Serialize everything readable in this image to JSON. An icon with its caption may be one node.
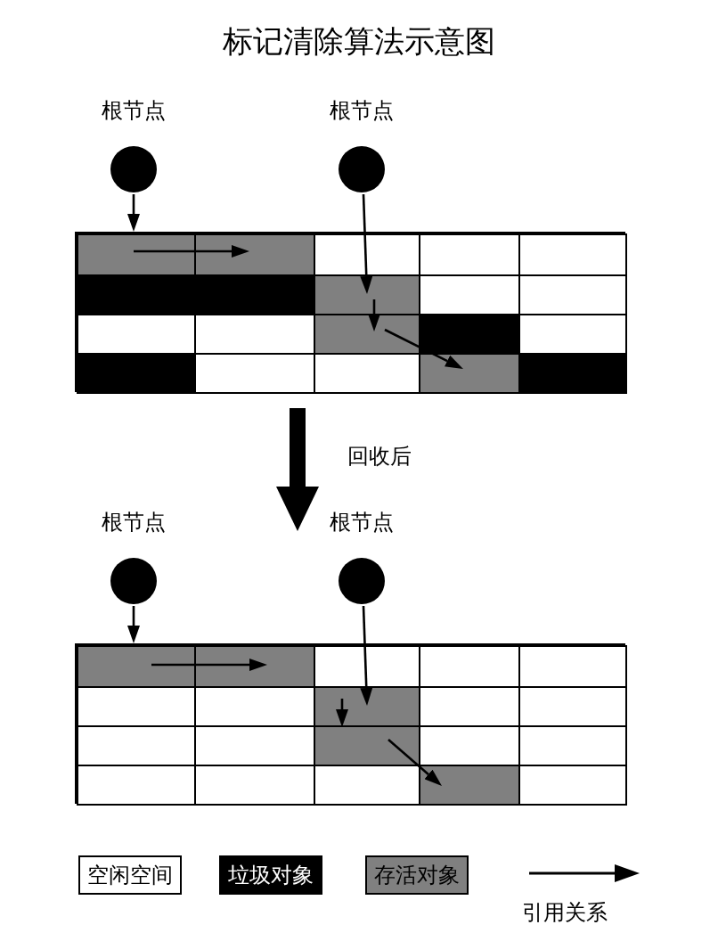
{
  "diagram": {
    "title": "标记清除算法示意图",
    "nodes": [
      {
        "text": [],
        "shape": "circle",
        "beside": [
          "根节点"
        ]
      },
      {
        "text": [],
        "shape": "circle",
        "beside": [
          "根节点"
        ]
      },
      {
        "text": [],
        "shape": "box"
      },
      {
        "text": [],
        "shape": "box",
        "in": 2
      },
      {
        "text": [],
        "shape": "box",
        "in": 2
      },
      {
        "text": [],
        "shape": "box",
        "in": 2
      },
      {
        "text": [],
        "shape": "box",
        "in": 2
      },
      {
        "text": [],
        "shape": "box",
        "in": 2
      },
      {
        "text": [],
        "shape": "circle",
        "beside": [
          "根节点"
        ]
      },
      {
        "text": [],
        "shape": "circle",
        "beside": [
          "根节点"
        ]
      },
      {
        "text": [],
        "shape": "box"
      },
      {
        "text": [],
        "shape": "box",
        "in": 10
      },
      {
        "text": [],
        "shape": "box",
        "in": 10
      },
      {
        "text": [],
        "shape": "box",
        "in": 10
      },
      {
        "text": [],
        "shape": "box",
        "in": 10
      },
      {
        "text": [],
        "shape": "box",
        "in": 10
      }
    ],
    "edges": [
      {
        "from": 0,
        "to": 3,
        "arrow": "to"
      },
      {
        "from": 3,
        "to": 4,
        "arrow": "to"
      },
      {
        "from": 1,
        "to": 5,
        "arrow": "to"
      },
      {
        "from": 5,
        "to": 6,
        "arrow": "to"
      },
      {
        "from": 6,
        "to": 7,
        "arrow": "to"
      },
      {
        "from": 8,
        "to": 11,
        "arrow": "to"
      },
      {
        "from": 11,
        "to": 12,
        "arrow": "to"
      },
      {
        "from": 9,
        "to": 13,
        "arrow": "to"
      },
      {
        "from": 13,
        "to": 14,
        "arrow": "to"
      },
      {
        "from": 14,
        "to": 15,
        "arrow": "to"
      }
    ],
    "labels": [
      "回收后"
    ],
    "legend": [
      {
        "text": "空闲空间",
        "color": "#ffffff"
      },
      {
        "text": "垃圾对象",
        "color": "#000000"
      },
      {
        "text": "存活对象",
        "color": "#808080"
      },
      {
        "text": "引用关系"
      }
    ]
  }
}
